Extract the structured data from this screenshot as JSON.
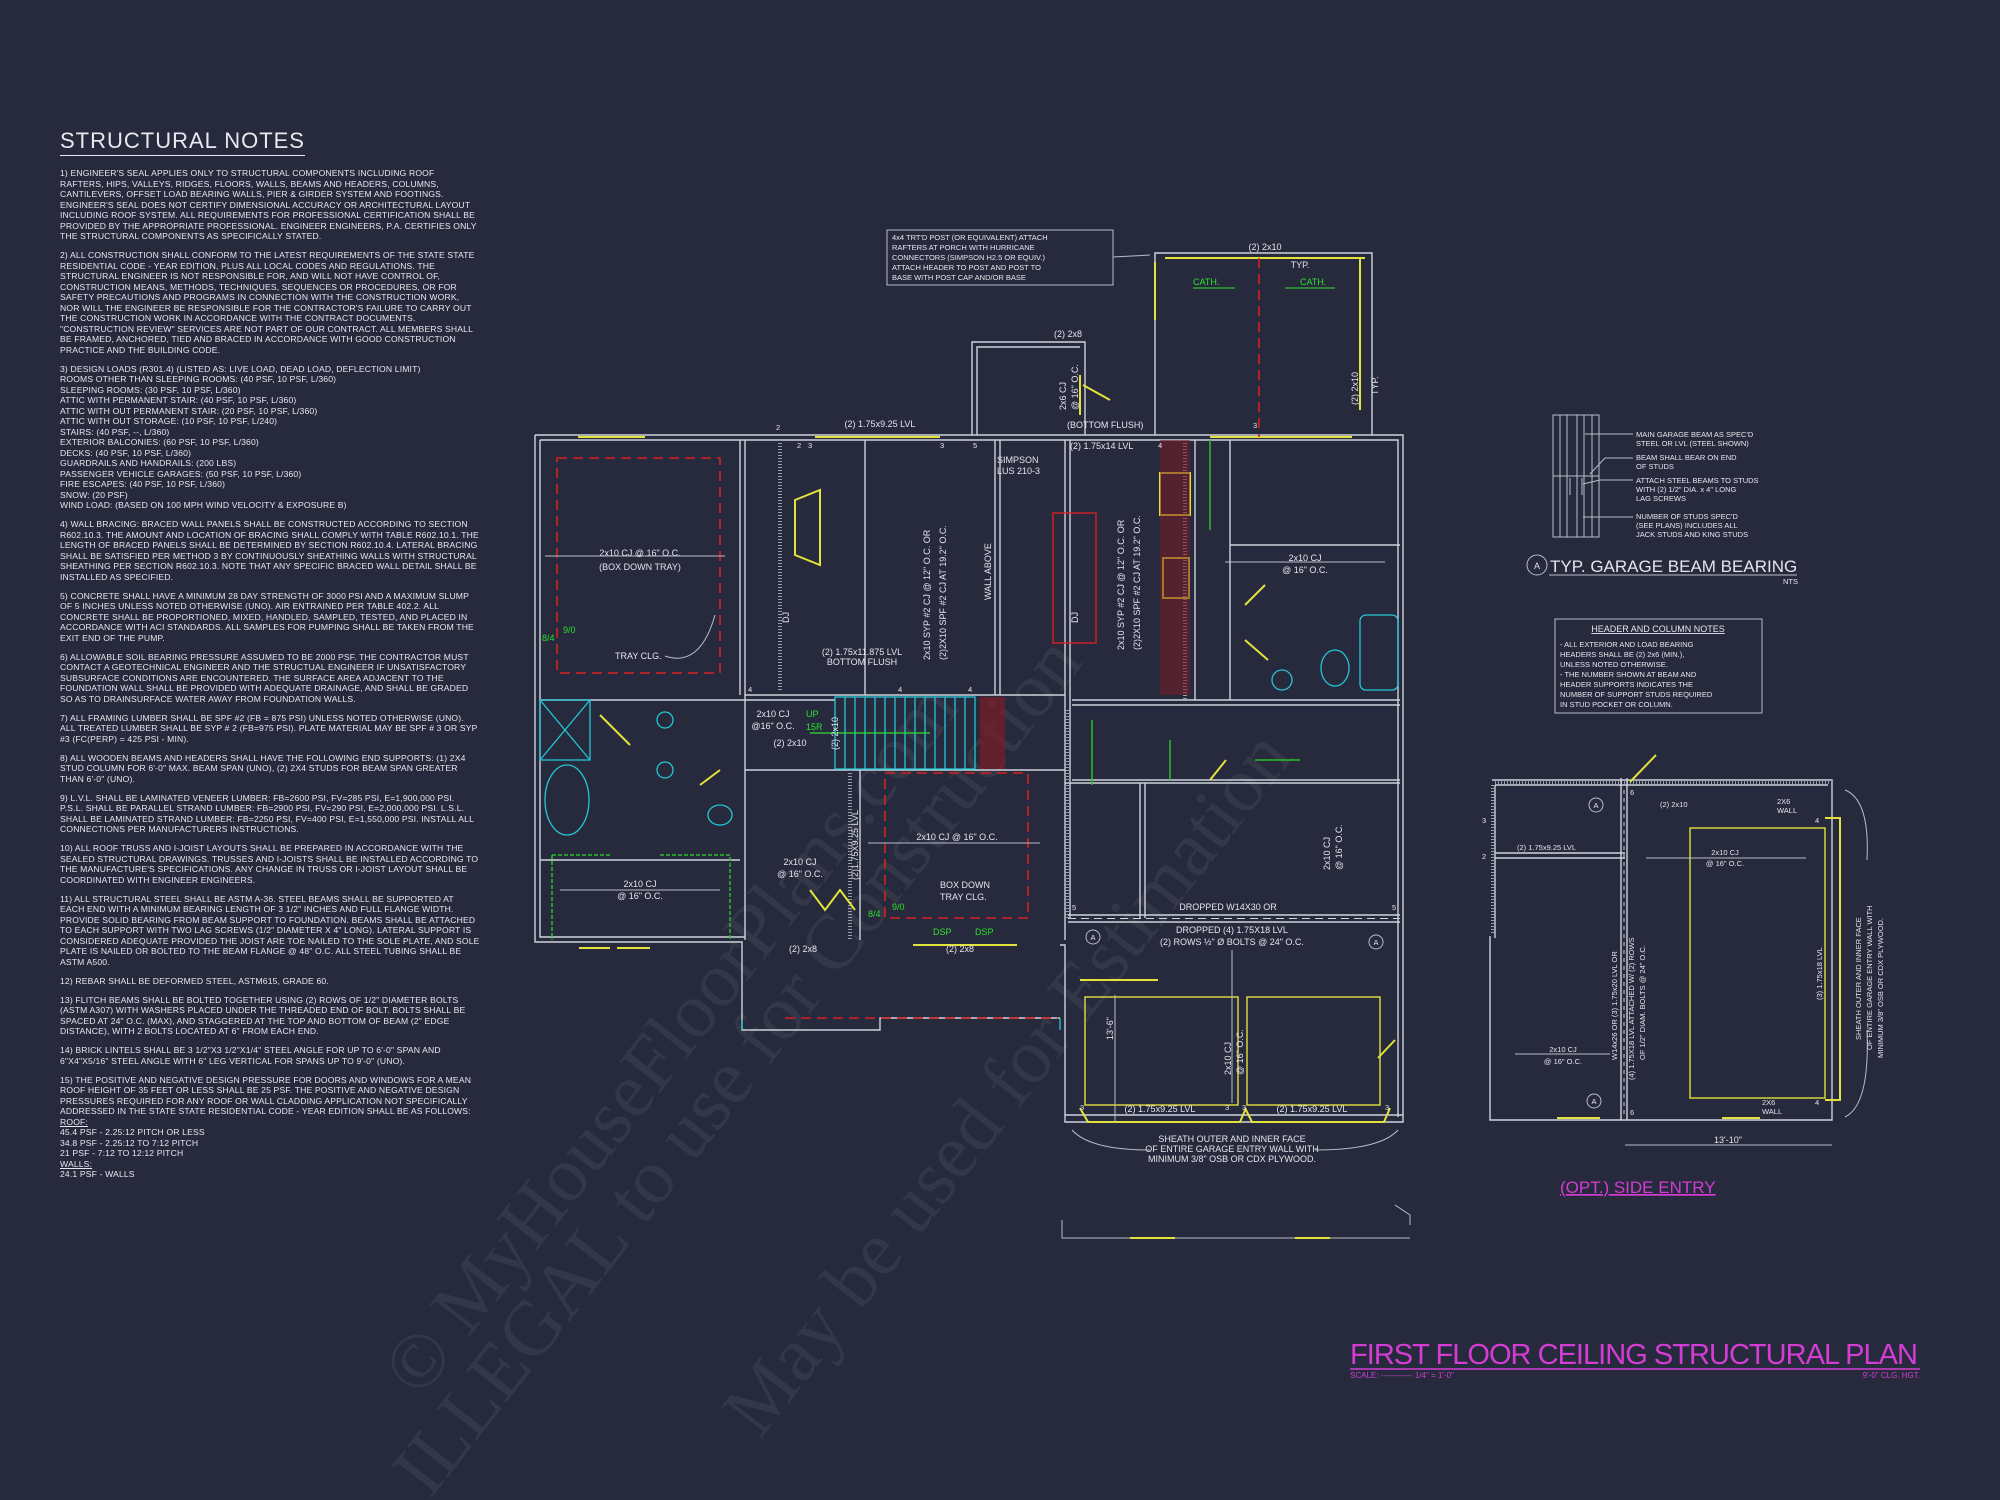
{
  "colors": {
    "background": "#262a3c",
    "walls": "#cfd3dc",
    "beams": "#e2e23c",
    "tray_ceiling": "#d42222",
    "fixtures": "#25c6d6",
    "doors_green": "#26c026",
    "title": "#d43cd4"
  },
  "watermark": [
    "© MyHouseFloorPlans.com",
    "ILLEGAL to use for Construction",
    "May be used for Estimation"
  ],
  "notes": {
    "title": "STRUCTURAL NOTES",
    "items": [
      "1) ENGINEER'S SEAL APPLIES ONLY TO STRUCTURAL COMPONENTS INCLUDING ROOF RAFTERS, HIPS, VALLEYS, RIDGES, FLOORS, WALLS, BEAMS AND HEADERS, COLUMNS, CANTILEVERS, OFFSET LOAD BEARING WALLS, PIER & GIRDER SYSTEM AND FOOTINGS. ENGINEER'S SEAL DOES NOT CERTIFY DIMENSIONAL ACCURACY OR ARCHITECTURAL LAYOUT INCLUDING ROOF SYSTEM. ALL REQUIREMENTS FOR PROFESSIONAL CERTIFICATION SHALL BE PROVIDED BY THE APPROPRIATE PROFESSIONAL. ENGINEER ENGINEERS, P.A. CERTIFIES ONLY THE STRUCTURAL COMPONENTS AS SPECIFICALLY STATED.",
      "2) ALL CONSTRUCTION SHALL CONFORM TO THE LATEST REQUIREMENTS OF THE STATE STATE RESIDENTIAL CODE - YEAR EDITION, PLUS ALL LOCAL CODES AND REGULATIONS. THE STRUCTURAL ENGINEER IS NOT RESPONSIBLE FOR, AND WILL NOT HAVE CONTROL OF, CONSTRUCTION MEANS, METHODS, TECHNIQUES, SEQUENCES OR PROCEDURES, OR FOR SAFETY PRECAUTIONS AND PROGRAMS IN CONNECTION WITH THE CONSTRUCTION WORK, NOR WILL THE ENGINEER BE RESPONSIBLE FOR THE CONTRACTOR'S FAILURE TO CARRY OUT THE CONSTRUCTION WORK IN ACCORDANCE WITH THE CONTRACT DOCUMENTS. \"CONSTRUCTION REVIEW\" SERVICES ARE NOT PART OF OUR CONTRACT. ALL MEMBERS SHALL BE FRAMED, ANCHORED, TIED AND BRACED IN ACCORDANCE WITH GOOD CONSTRUCTION PRACTICE AND THE BUILDING CODE."
    ],
    "design_loads": {
      "heading": "3) DESIGN LOADS (R301.4) (LISTED AS: LIVE LOAD, DEAD LOAD, DEFLECTION LIMIT)",
      "lines": [
        "ROOMS OTHER THAN SLEEPING ROOMS: (40 PSF, 10 PSF, L/360)",
        "SLEEPING ROOMS: (30 PSF, 10 PSF, L/360)",
        "ATTIC WITH PERMANENT STAIR: (40 PSF, 10 PSF, L/360)",
        "ATTIC WITH OUT PERMANENT STAIR: (20 PSF, 10 PSF, L/360)",
        "ATTIC WITH OUT STORAGE: (10 PSF, 10 PSF, L/240)",
        "STAIRS: (40 PSF, --, L/360)",
        "EXTERIOR BALCONIES: (60 PSF, 10 PSF, L/360)",
        "DECKS: (40 PSF, 10 PSF, L/360)",
        "GUARDRAILS AND HANDRAILS: (200 LBS)",
        "PASSENGER VEHICLE GARAGES: (50 PSF, 10 PSF, L/360)",
        "FIRE ESCAPES: (40 PSF, 10 PSF, L/360)",
        "SNOW: (20       PSF)",
        "WIND LOAD: (BASED ON 100 MPH WIND VELOCITY & EXPOSURE B)"
      ]
    },
    "items_2": [
      "4) WALL BRACING: BRACED WALL PANELS SHALL BE CONSTRUCTED ACCORDING TO SECTION R602.10.3. THE AMOUNT AND LOCATION OF BRACING SHALL COMPLY WITH TABLE R602.10.1. THE LENGTH OF BRACED PANELS SHALL BE DETERMINED BY SECTION R602.10.4. LATERAL BRACING SHALL BE SATISFIED PER METHOD 3 BY CONTINUOUSLY SHEATHING WALLS WITH STRUCTURAL SHEATHING PER SECTION R602.10.3. NOTE THAT ANY SPECIFIC BRACED WALL DETAIL SHALL BE INSTALLED AS SPECIFIED.",
      "5) CONCRETE SHALL HAVE A MINIMUM 28 DAY STRENGTH OF 3000 PSI AND A MAXIMUM SLUMP OF 5 INCHES UNLESS NOTED OTHERWISE (UNO). AIR ENTRAINED PER TABLE 402.2. ALL CONCRETE SHALL BE PROPORTIONED, MIXED, HANDLED, SAMPLED, TESTED, AND PLACED IN ACCORDANCE WITH ACI STANDARDS. ALL SAMPLES FOR PUMPING SHALL BE TAKEN FROM THE EXIT END OF THE PUMP.",
      "6) ALLOWABLE SOIL BEARING PRESSURE ASSUMED TO BE 2000 PSF. THE CONTRACTOR MUST CONTACT A GEOTECHNICAL ENGINEER AND THE STRUCTUAL ENGINEER IF UNSATISFACTORY SUBSURFACE CONDITIONS ARE ENCOUNTERED. THE SURFACE AREA ADJACENT TO THE FOUNDATION WALL SHALL BE PROVIDED WITH ADEQUATE DRAINAGE, AND SHALL BE GRADED SO AS TO DRAINSURFACE WATER AWAY FROM FOUNDATION WALLS.",
      "7) ALL FRAMING LUMBER SHALL BE SPF #2 (Fb = 875 PSI) UNLESS NOTED OTHERWISE (UNO). ALL TREATED LUMBER SHALL BE SYP # 2 (Fb=975 PSI). PLATE MATERIAL MAY BE SPF # 3 OR SYP #3 (Fc(perp) = 425 PSI - MIN).",
      "8) ALL WOODEN BEAMS AND HEADERS SHALL HAVE THE FOLLOWING END SUPPORTS: (1) 2x4 STUD COLUMN FOR 6'-0\" MAX. BEAM SPAN (UNO), (2) 2X4 STUDS FOR BEAM SPAN GREATER THAN 6'-0\" (UNO).",
      "9) L.V.L. SHALL BE LAMINATED VENEER LUMBER: Fb=2600 PSI, Fv=285 PSI, E=1,900,000 PSI. P.S.L. SHALL BE PARALLEL STRAND LUMBER: Fb=2900 PSI, Fv=290 PSI, E=2,000,000 PSI. L.S.L. SHALL BE LAMINATED STRAND LUMBER: Fb=2250 PSI, Fv=400 PSI, E=1,550,000 PSI. INSTALL ALL CONNECTIONS PER MANUFACTURERS INSTRUCTIONS.",
      "10) ALL ROOF TRUSS AND I-JOIST LAYOUTS SHALL BE PREPARED IN ACCORDANCE WITH THE SEALED STRUCTURAL DRAWINGS. TRUSSES AND I-JOISTS SHALL BE INSTALLED ACCORDING TO THE MANUFACTURE'S SPECIFICATIONS. ANY CHANGE IN TRUSS OR I-JOIST LAYOUT SHALL BE COORDINATED WITH ENGINEER ENGINEERS.",
      "11) ALL STRUCTURAL STEEL SHALL BE ASTM A-36. STEEL BEAMS SHALL BE SUPPORTED AT EACH END WITH A MINIMUM BEARING LENGTH OF 3 1/2\" INCHES AND FULL FLANGE WIDTH. PROVIDE SOLID BEARING FROM BEAM SUPPORT TO FOUNDATION. BEAMS SHALL BE ATTACHED TO EACH SUPPORT WITH TWO LAG SCREWS (1/2\" DIAMETER x 4\" LONG). LATERAL SUPPORT IS CONSIDERED ADEQUATE PROVIDED THE JOIST ARE TOE NAILED TO THE SOLE PLATE, AND SOLE PLATE IS NAILED OR BOLTED TO THE BEAM FLANGE @ 48\" O.C. ALL STEEL TUBING SHALL BE ASTM A500.",
      "12) REBAR SHALL BE DEFORMED STEEL, ASTM615, GRADE 60.",
      "13) FLITCH BEAMS SHALL BE BOLTED TOGETHER USING (2) ROWS OF 1/2\" DIAMETER BOLTS (ASTM A307) WITH WASHERS PLACED UNDER THE THREADED END OF BOLT. BOLTS SHALL BE SPACED AT 24\" O.C. (MAX), AND STAGGERED AT THE TOP AND BOTTOM OF BEAM (2\" EDGE DISTANCE), WITH 2 BOLTS LOCATED AT 6\" FROM EACH END.",
      "14) BRICK LINTELS SHALL BE 3 1/2\"x3 1/2\"x1/4\" STEEL ANGLE FOR UP TO 6'-0\" SPAN AND 6\"x4\"x5/16\" STEEL ANGLE WITH 6\" LEG VERTICAL FOR SPANS UP TO 9'-0\" (UNO)."
    ],
    "pressure": {
      "text": "15) THE POSITIVE AND NEGATIVE DESIGN PRESSURE FOR DOORS AND WINDOWS FOR A MEAN ROOF HEIGHT OF 35 FEET OR LESS SHALL BE 25 PSF. THE POSITIVE AND NEGATIVE DESIGN PRESSURES REQUIRED FOR ANY ROOF OR WALL CLADDING APPLICATION NOT SPECIFICALLY ADDRESSED IN THE STATE STATE RESIDENTIAL CODE - YEAR EDITION SHALL BE AS FOLLOWS:",
      "roof_heading": "ROOF:",
      "roof": [
        "45.4 PSF - 2.25:12 PITCH OR LESS",
        "34.8 PSF - 2.25:12 TO 7:12 PITCH",
        "21 PSF - 7:12 TO 12:12 PITCH"
      ],
      "walls_heading": "WALLS:",
      "walls": [
        "24.1 PSF - WALLS"
      ]
    }
  },
  "porch_note": [
    "4x4 TRT'D POST (OR EQUIVALENT) ATTACH",
    "RAFTERS AT PORCH WITH HURRICANE",
    "CONNECTORS (SIMPSON H2.5 OR EQUIV.)",
    "ATTACH HEADER TO POST AND POST TO",
    "BASE WITH POST CAP AND/OR BASE"
  ],
  "plan": {
    "top_lvl": "(2) 1.75x9.25 LVL",
    "box_tray": [
      "2x10 CJ @ 16\" O.C.",
      "(BOX DOWN TRAY)"
    ],
    "tray_clg": "TRAY CLG.",
    "simpson": [
      "SIMPSON",
      "LUS 210-3"
    ],
    "great_room_cj": [
      "2x10 SYP #2 CJ @ 12\" O.C. OR",
      "(2)2X10 SPF #2 CJ AT 19.2\" O.C."
    ],
    "wall_above": "WALL ABOVE",
    "dj": "DJ",
    "flush_lvl": [
      "(2) 1.75x11.875 LVL",
      "BOTTOM FLUSH"
    ],
    "hall_cj": [
      "2x10 CJ",
      "@16\" O.C."
    ],
    "hall_header": "(2) 2x10",
    "stair": [
      "UP",
      "15R"
    ],
    "stair_header": "(2) 2x10",
    "kitchen_lvl": "(2) 1.75x14 LVL",
    "bottom_flush": "(BOTTOM FLUSH)",
    "laundry_cj": [
      "2x10 CJ",
      "@ 16\" O.C."
    ],
    "mid_cj": [
      "2x10 CJ",
      "@ 16\" O.C."
    ],
    "bed_cj": "2x10 CJ @ 16\" O.C.",
    "box_down": [
      "BOX DOWN",
      "TRAY CLG."
    ],
    "closet_cj": [
      "2x10 CJ",
      "@ 16\" O.C."
    ],
    "header_2x8": "(2) 2x8",
    "dsp": "DSP",
    "vert_lvl": "(2)1.75X9.25 LVL",
    "door_size": [
      "9/0",
      "8/4"
    ],
    "porch_cj": [
      "2x6 CJ",
      "@ 16\" O.C."
    ],
    "porch_header": "(2) 2x8",
    "cath": "CATH.",
    "porch_beam": "(2) 2x10",
    "typ": "TYP.",
    "den_cj": [
      "2x10 CJ",
      "@ 16\" O.C."
    ],
    "garage_beam": [
      "DROPPED W14X30 OR",
      "DROPPED (4) 1.75X18 LVL",
      "(2) ROWS ½\" Ø BOLTS @ 24\" O.C."
    ],
    "garage_dim": "13'-6\"",
    "garage_cj": [
      "2x10 CJ",
      "@ 16\" O.C."
    ],
    "garage_header": "(2) 1.75x9.25 LVL",
    "sheath": [
      "SHEATH OUTER AND INNER FACE",
      "OF ENTIRE GARAGE ENTRY WALL WITH",
      "MINIMUM 3/8\" OSB OR CDX PLYWOOD."
    ],
    "marker": "A",
    "studs": [
      "2",
      "3",
      "4",
      "5",
      "6"
    ]
  },
  "beam_detail": {
    "callouts": [
      [
        "MAIN GARAGE BEAM AS SPEC'D",
        "STEEL OR LVL (STEEL SHOWN)"
      ],
      [
        "BEAM SHALL BEAR ON END",
        "OF STUDS"
      ],
      [
        "ATTACH STEEL BEAMS TO STUDS",
        "WITH (2) 1/2\" DIA. x 4\" LONG",
        "LAG SCREWS"
      ],
      [
        "NUMBER OF STUDS SPEC'D",
        "(SEE PLANS) INCLUDES ALL",
        "JACK STUDS AND KING STUDS"
      ]
    ],
    "marker": "A",
    "title": "TYP. GARAGE BEAM BEARING",
    "scale": "NTS"
  },
  "header_notes": {
    "title": "HEADER AND COLUMN NOTES",
    "lines": [
      "- ALL EXTERIOR AND LOAD BEARING",
      "HEADERS SHALL BE (2) 2x6 (MIN.),",
      "UNLESS NOTED OTHERWISE.",
      "- THE NUMBER SHOWN AT BEAM AND",
      "HEADER SUPPORTS INDICATES THE",
      "NUMBER OF SUPPORT STUDS REQUIRED",
      "IN STUD POCKET OR COLUMN."
    ]
  },
  "side_entry": {
    "header": "(2) 2x10",
    "wall": [
      "2X6",
      "WALL"
    ],
    "lvl": "(2) 1.75x9.25 LVL",
    "cj": [
      "2x10 CJ",
      "@ 16\" O.C."
    ],
    "beam": [
      "W14x26 OR (3) 1.75x20 LVL OR",
      "(4) 1.75X18 LVL ATTACHED W/ (2) ROWS",
      "OF 1/2\" DIAM. BOLTS @ 24\" O.C."
    ],
    "door_beam": "(3) 1.75x18 LVL",
    "sheath": [
      "SHEATH OUTER AND INNER FACE",
      "OF ENTIRE GARAGE ENTRY WALL WITH",
      "MINIMUM 3/8\" OSB OR CDX PLYWOOD."
    ],
    "dimension": "13'-10\"",
    "title": "(OPT.) SIDE ENTRY"
  },
  "title_block": {
    "title": "FIRST FLOOR CEILING STRUCTURAL PLAN",
    "scale_label": "SCALE: ------------ 1/4\" = 1'-0\"",
    "ceiling_height": "9'-0\" CLG. HGT."
  }
}
